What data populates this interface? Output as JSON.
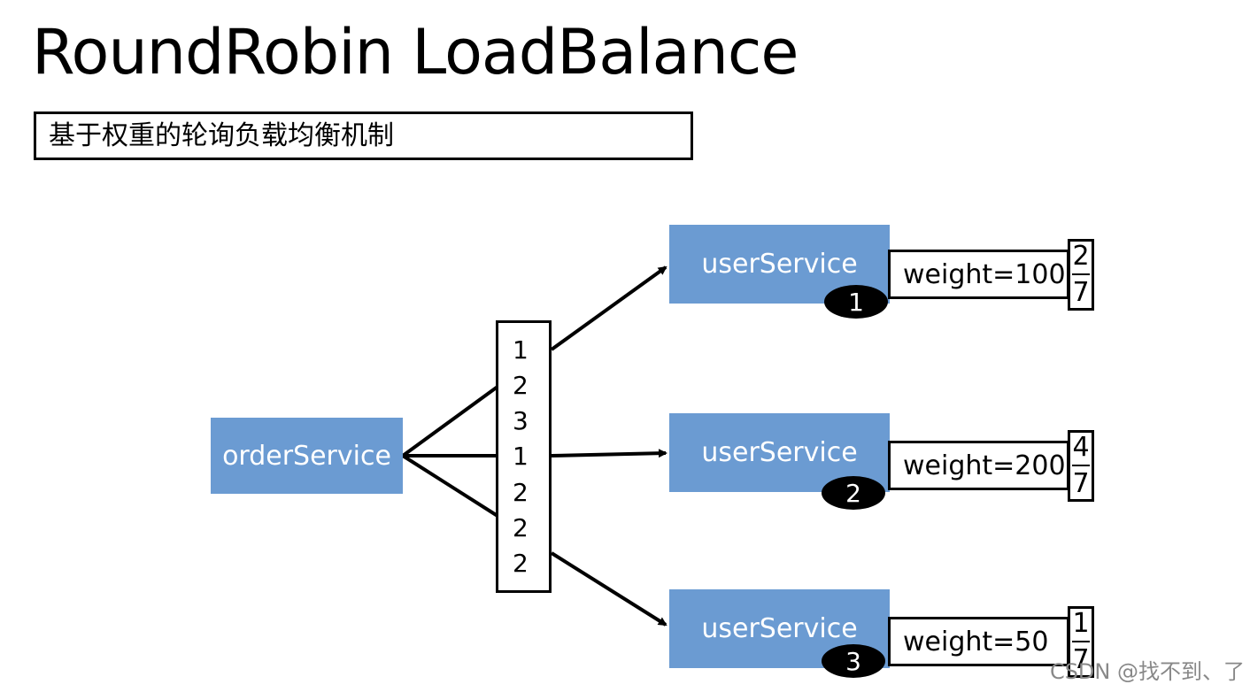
{
  "title": "RoundRobin LoadBalance",
  "subtitle": "基于权重的轮询负载均衡机制",
  "source": {
    "label": "orderService"
  },
  "sequence": [
    "1",
    "2",
    "3",
    "1",
    "2",
    "2",
    "2"
  ],
  "targets": [
    {
      "label": "userService",
      "badge": "1",
      "weight": "weight=100",
      "frac_num": "2",
      "frac_den": "7"
    },
    {
      "label": "userService",
      "badge": "2",
      "weight": "weight=200",
      "frac_num": "4",
      "frac_den": "7"
    },
    {
      "label": "userService",
      "badge": "3",
      "weight": "weight=50",
      "frac_num": "1",
      "frac_den": "7"
    }
  ],
  "watermark": "CSDN @找不到、了",
  "colors": {
    "node_fill": "#6b9bd2",
    "badge_fill": "#000000"
  }
}
